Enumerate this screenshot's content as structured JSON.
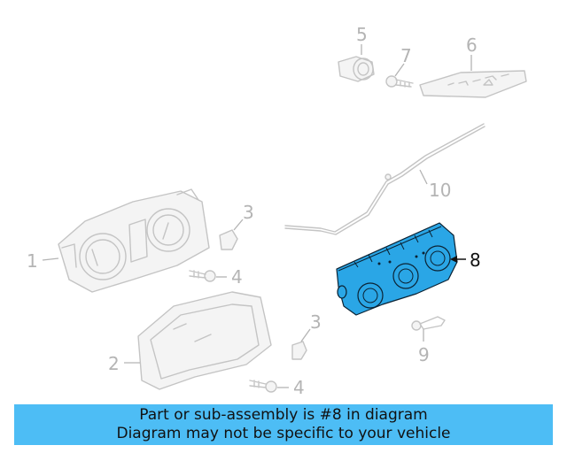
{
  "callouts": {
    "c1": "1",
    "c2": "2",
    "c3a": "3",
    "c3b": "3",
    "c4a": "4",
    "c4b": "4",
    "c5": "5",
    "c6": "6",
    "c7": "7",
    "c8": "8",
    "c9": "9",
    "c10": "10"
  },
  "highlighted_part": "8",
  "banner": {
    "line1": "Part or sub-assembly is #8 in diagram",
    "line2": "Diagram may not be specific to your vehicle"
  },
  "colors": {
    "highlight": "#2aa6e6",
    "banner": "#4dbdf5",
    "ghost": "#c4c4c4"
  }
}
